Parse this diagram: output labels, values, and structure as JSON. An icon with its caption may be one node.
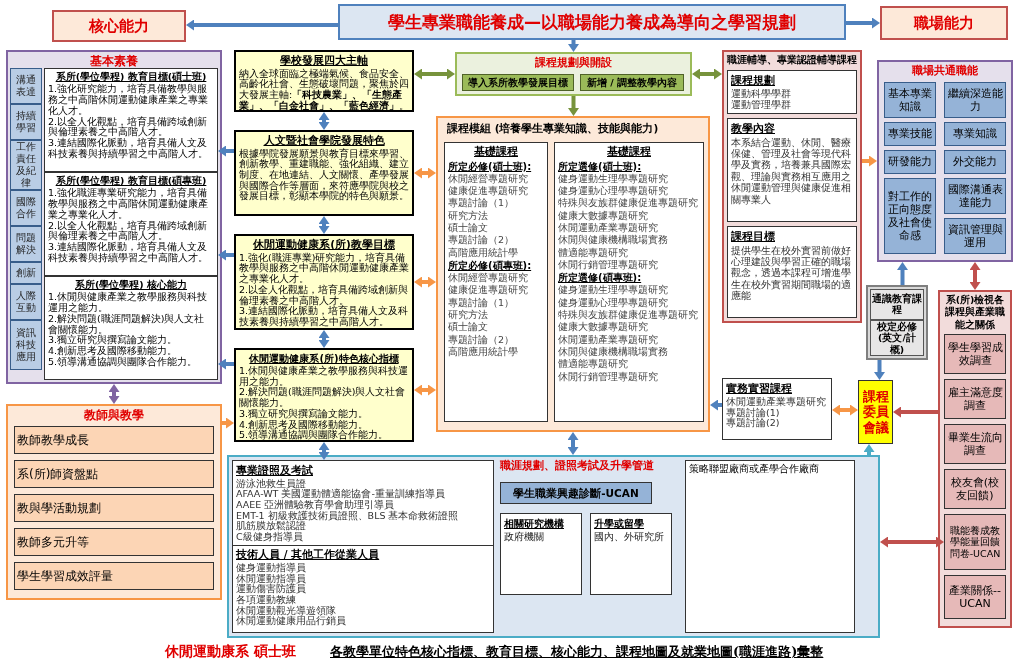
{
  "diagram": {
    "nodes": [
      {
        "text": [
          "學生專業職能養成—以職場能力養成為導向之學習規劃"
        ]
      },
      {
        "text": [
          "核心能力"
        ]
      },
      {
        "text": [
          "職場能力"
        ]
      },
      {
        "text": [
          "基本素養"
        ]
      },
      {
        "text": [
          "溝通表達"
        ],
        "in": 3
      },
      {
        "text": [
          "持續學習"
        ],
        "in": 3
      },
      {
        "text": [
          "工作責任及紀律"
        ],
        "in": 3
      },
      {
        "text": [
          "國際合作"
        ],
        "in": 3
      },
      {
        "text": [
          "問題解決"
        ],
        "in": 3
      },
      {
        "text": [
          "創新"
        ],
        "in": 3
      },
      {
        "text": [
          "人際互動"
        ],
        "in": 3
      },
      {
        "text": [
          "資訊科技應用"
        ],
        "in": 3
      },
      {
        "text": [
          "系所(學位學程) 教育目標(碩士班)",
          "1.強化研究能力，培育具備教學與服務之中高階休閒運動健康產業之專業化人才。",
          "2.以全人化觀點，培育具備跨域創新與倫理素養之中高階人才。",
          "3.連結國際化脈動，培育具備人文及科技素養與持續學習之中高階人才。"
        ],
        "in": 3
      },
      {
        "text": [
          "系所(學位學程) 教育目標(碩專班)",
          "1.強化職涯專業研究能力，培育具備教學與服務之中高階休閒運動健康產業之專業化人才。",
          "2.以全人化觀點，培育具備跨域創新與倫理素養之中高階人才。",
          "3.連結國際化脈動，培育具備人文及科技素養與持續學習之中高階人才。"
        ],
        "in": 3
      },
      {
        "text": [
          "系所(學位學程) 核心能力",
          "1.休閒與健康產業之教學服務與科技運用之能力。",
          "2.解決問題(職涯問題解決)與人文社會關懷能力。",
          "3.獨立研究與撰寫論文能力。",
          "4.創新思考及國際移動能力。",
          "5.領導溝通協調與團隊合作能力。"
        ],
        "in": 3
      },
      {
        "text": [
          "教師與教學"
        ]
      },
      {
        "text": [
          "教師教學成長"
        ],
        "in": 15
      },
      {
        "text": [
          "系(所)師資盤點"
        ],
        "in": 15
      },
      {
        "text": [
          "教與學活動規劃"
        ],
        "in": 15
      },
      {
        "text": [
          "教師多元升等"
        ],
        "in": 15
      },
      {
        "text": [
          "學生學習成效評量"
        ],
        "in": 15
      },
      {
        "text": [
          "學校發展四大主軸",
          "納入全球面臨之極端氣候、食品安全、高齡化社會、生態破壞問題，聚焦於四大發展主軸:**「科技農業」、「生態產業」、「白金社會」、「藍色經濟」**。"
        ]
      },
      {
        "text": [
          "人文暨社會學院發展特色",
          "根據學院發展願景與教育目標來學習、創新教學、重建職能、強化組織、建立制度、在地連結、人文關懷、產學發展與國際合作等層面，來符應學院與校之發展目標，彰顯本學院的特色與願景。"
        ]
      },
      {
        "text": [
          "休閒運動健康系(所)教學目標",
          "1.強化(職涯專業)研究能力，培育具備教學與服務之中高階休閒運動健康產業之專業化人才。",
          "2.以全人化觀點，培育具備跨域創新與倫理素養之中高階人才。",
          "3.連結國際化脈動，培育具備人文及科技素養與持續學習之中高階人才。"
        ]
      },
      {
        "text": [
          "休閒運動健康系(所)特色核心指標",
          "1.休閒與健康產業之教學服務與科技運用之能力。",
          "2.解決問題(職涯問題解決)與人文社會關懷能力。",
          "3.獨立研究與撰寫論文能力。",
          "4.創新思考及國際移動能力。",
          "5.領導溝通協調與團隊合作能力。"
        ]
      },
      {
        "text": [
          "課程規劃與開設"
        ]
      },
      {
        "text": [
          "導入系所教學發展目標"
        ],
        "in": 25
      },
      {
        "text": [
          "新增 / 調整教學內容"
        ],
        "in": 25
      },
      {
        "text": [
          "課程模組 (培養學生專業知識、技能與能力)"
        ]
      },
      {
        "text": [
          "基礎課程",
          "所定必修(碩士班):",
          "休閒經營專題研究",
          "健康促進專題研究",
          "專題討論（1）",
          "研究方法",
          "碩士論文",
          "專題討論（2）",
          "高階應用統計學",
          "所定必修(碩專班):",
          "休閒經營專題研究",
          "健康促進專題研究",
          "專題討論（1）",
          "研究方法",
          "碩士論文",
          "專題討論（2）",
          "高階應用統計學"
        ],
        "in": 28
      },
      {
        "text": [
          "基礎課程",
          "所定選修(碩士班):",
          "健身運動生理學專題研究",
          "健身運動心理學專題研究",
          "特殊與友族群健康促進專題研究",
          "健康大數據專題研究",
          "休閒運動產業專題研究",
          "休閒與健康機構職場實務",
          "體適能專題研究",
          "休閒行銷管理專題研究",
          "所定選修(碩專班):",
          "健身運動生理學專題研究",
          "健身運動心理學專題研究",
          "特殊與友族群健康促進專題研究",
          "健康大數據專題研究",
          "休閒運動產業專題研究",
          "休閒與健康機構職場實務",
          "體適能專題研究",
          "休閒行銷管理專題研究"
        ],
        "in": 28
      },
      {
        "text": [
          "職涯輔導、專業認證輔導課程"
        ]
      },
      {
        "text": [
          "課程規劃",
          "運動科學學群",
          "運動管理學群"
        ],
        "in": 31
      },
      {
        "text": [
          "教學內容",
          "本系結合運動、休閒、醫療保健、管理及社會等現代科學及實務，培養兼具國際宏觀、理論與實務相互應用之休閒運動管理與健康促進相關專業人"
        ],
        "in": 31
      },
      {
        "text": [
          "課程目標",
          "提供學生在校外實習前做好心理建設與學習正確的職場觀念，透過本課程可增進學生在校外實習期間職場的適應能"
        ],
        "in": 31
      },
      {
        "text": [
          "職場共通職能"
        ]
      },
      {
        "text": [
          "基本專業知識"
        ],
        "in": 35
      },
      {
        "text": [
          "繼續深造能力"
        ],
        "in": 35
      },
      {
        "text": [
          "專業技能"
        ],
        "in": 35
      },
      {
        "text": [
          "專業知識"
        ],
        "in": 35
      },
      {
        "text": [
          "研發能力"
        ],
        "in": 35
      },
      {
        "text": [
          "外交能力"
        ],
        "in": 35
      },
      {
        "text": [
          "對工作的正向態度及社會使命感"
        ],
        "in": 35
      },
      {
        "text": [
          "國際溝通表達能力"
        ],
        "in": 35
      },
      {
        "text": [
          "資訊管理與運用"
        ],
        "in": 35
      },
      {
        "text": [
          "通識教育課程",
          "校定必修(英文/計概)"
        ]
      },
      {
        "text": [
          "系(所)檢視各課程與產業職能之關係"
        ]
      },
      {
        "text": [
          "學生學習成效調查"
        ],
        "in": 46
      },
      {
        "text": [
          "雇主滿意度調查"
        ],
        "in": 46
      },
      {
        "text": [
          "畢業生流向調查"
        ],
        "in": 46
      },
      {
        "text": [
          "校友會(校友回饋)"
        ],
        "in": 46
      },
      {
        "text": [
          "職能養成教學能量回饋問卷-UCAN"
        ],
        "in": 46
      },
      {
        "text": [
          "產業關係--UCAN"
        ],
        "in": 46
      },
      {
        "text": [
          "課程委員會議"
        ]
      },
      {
        "text": [
          "實務實習課程",
          "休閒運動產業專題研究",
          "專題討論(1)",
          "專題討論(2)"
        ]
      },
      {
        "text": [
          "職涯規劃、證照考試及升學管道"
        ]
      },
      {
        "text": [
          "專業證照及考試",
          "游泳池救生員證",
          "AFAA-WT 美國運動體適能協會-重量訓練指導員",
          "AAEE 亞洲體驗教育學會助理引導員",
          "EMT-1 初級救護技術員證照、BLS 基本命救術證照",
          "肌筋膜放鬆認證",
          "C級健身指導員",
          "技術人員 / 其他工作從業人員",
          "健身運動指導員",
          "休閒運動指導員",
          "運動傷害防護員",
          "各項運動教練",
          "休閒運動觀光導遊領隊",
          "休閒運動健康用品行銷員"
        ],
        "in": 55
      },
      {
        "text": [
          "學生職業興趣診斷-UCAN"
        ],
        "in": 55
      },
      {
        "text": [
          "相關研究機構",
          "政府機關"
        ],
        "in": 55
      },
      {
        "text": [
          "升學或留學",
          "國內、外研究所"
        ],
        "in": 55
      },
      {
        "text": [
          "策略聯盟廠商或產學合作廠商"
        ],
        "in": 55
      }
    ],
    "edges": [
      {
        "from": 0,
        "to": 1,
        "arrow": "to"
      },
      {
        "from": 0,
        "to": 2,
        "arrow": "to"
      },
      {
        "from": 0,
        "to": 25,
        "arrow": "to"
      },
      {
        "from": 21,
        "to": 25,
        "arrow": "both",
        "color": "#77933c"
      },
      {
        "from": 25,
        "to": 31,
        "arrow": "both",
        "color": "#77933c"
      },
      {
        "from": 25,
        "to": 28,
        "arrow": "to",
        "color": "#77933c"
      },
      {
        "from": 21,
        "to": 22,
        "arrow": "both"
      },
      {
        "from": 22,
        "to": 23,
        "arrow": "both"
      },
      {
        "from": 23,
        "to": 24,
        "arrow": "both"
      },
      {
        "from": 22,
        "to": 28,
        "arrow": "both",
        "color": "#f79646"
      },
      {
        "from": 23,
        "to": 28,
        "arrow": "both",
        "color": "#f79646"
      },
      {
        "from": 24,
        "to": 28,
        "arrow": "both",
        "color": "#f79646"
      },
      {
        "from": 22,
        "to": 12,
        "arrow": "to"
      },
      {
        "from": 23,
        "to": 13,
        "arrow": "to"
      },
      {
        "from": 24,
        "to": 14,
        "arrow": "to"
      },
      {
        "from": 3,
        "to": 15,
        "arrow": "both",
        "color": "#8064a2"
      },
      {
        "from": 15,
        "to": 24,
        "arrow": "to",
        "color": "#f79646"
      },
      {
        "from": 24,
        "to": 56,
        "arrow": "both"
      },
      {
        "from": 28,
        "to": 55,
        "arrow": "both"
      },
      {
        "from": 31,
        "to": 35,
        "arrow": "to",
        "color": "#f79646"
      },
      {
        "from": 45,
        "to": 35,
        "arrow": "to"
      },
      {
        "from": 35,
        "to": 46,
        "arrow": "both",
        "color": "#c0504d"
      },
      {
        "from": 45,
        "to": 53,
        "arrow": "to"
      },
      {
        "from": 54,
        "to": 28,
        "arrow": "to"
      },
      {
        "from": 54,
        "to": 53,
        "arrow": "both",
        "color": "#f79646"
      },
      {
        "from": 46,
        "to": 53,
        "arrow": "to",
        "color": "#c0504d"
      },
      {
        "from": 55,
        "to": 53,
        "arrow": "to",
        "color": "#4bacc6"
      },
      {
        "from": 55,
        "to": 51,
        "arrow": "both",
        "color": "#c0504d"
      }
    ],
    "labels": [
      "休閒運動康系 碩士班",
      "各教學單位特色核心指標、教育目標、核心能力、課程地圖及就業地圖(職涯進路)彙整"
    ]
  }
}
